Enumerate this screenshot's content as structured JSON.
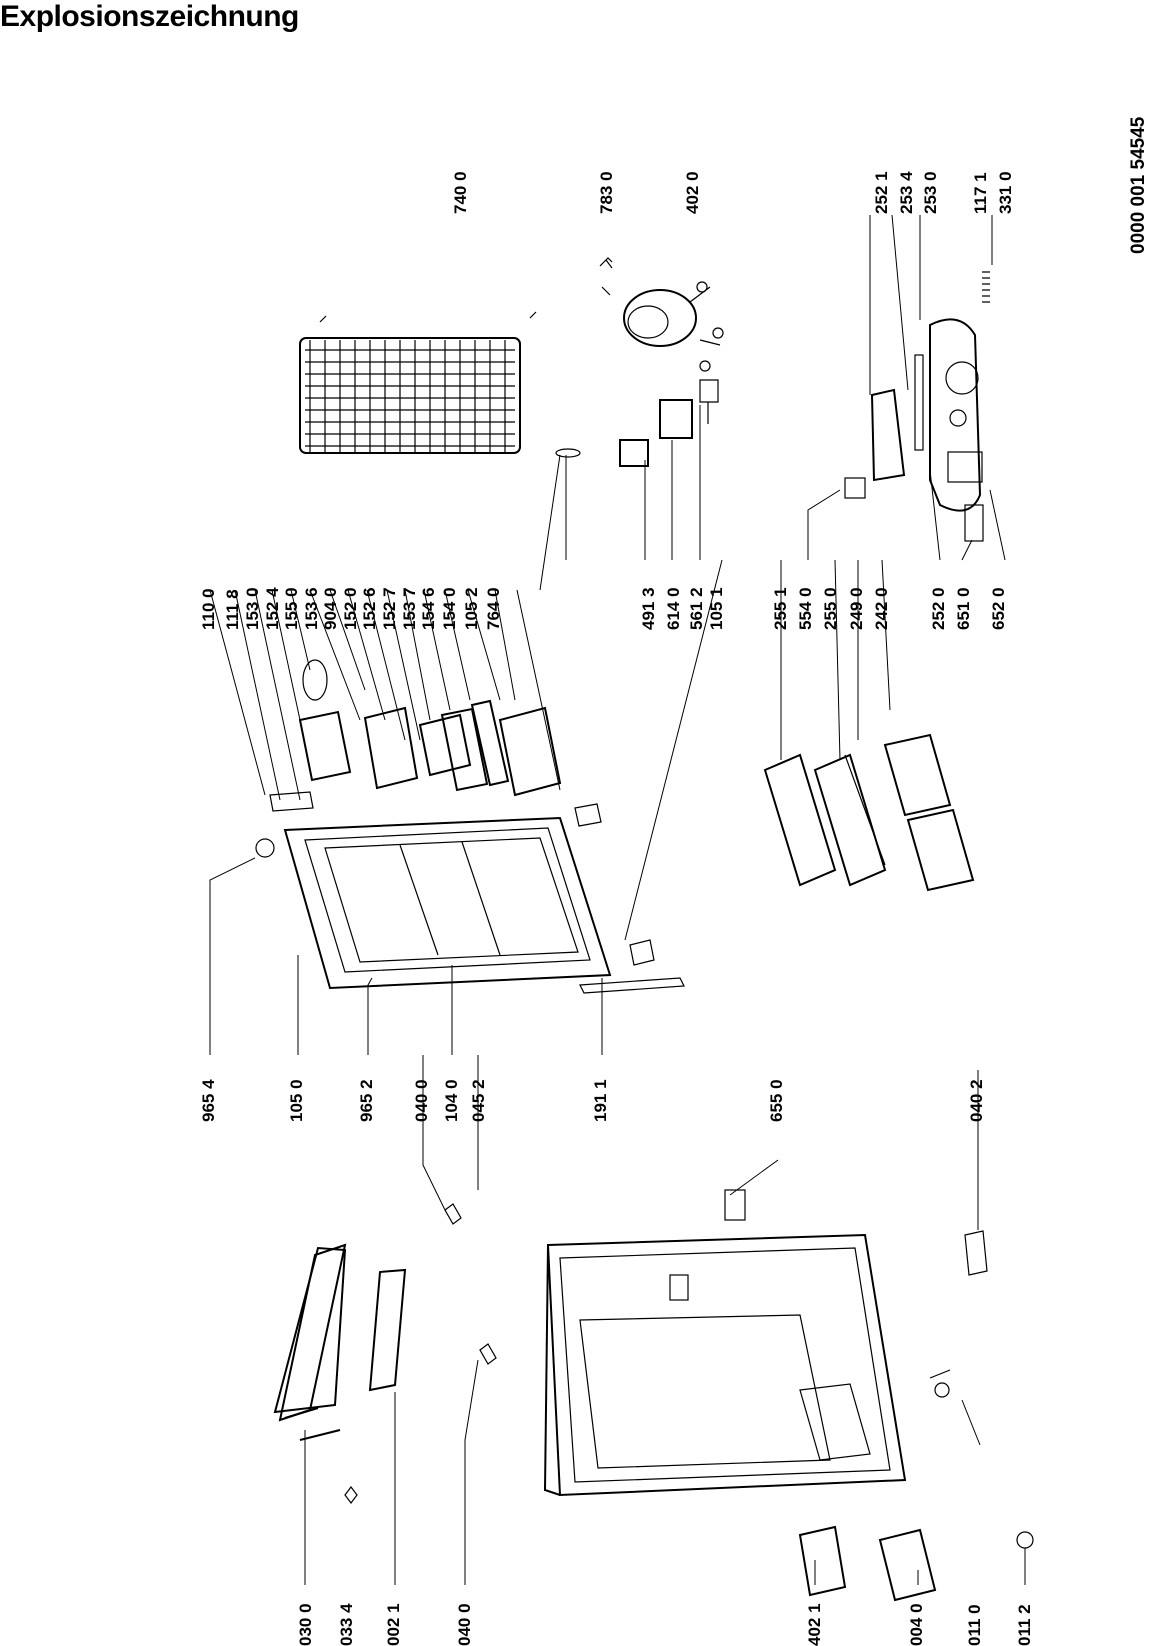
{
  "title": "Explosionszeichnung",
  "document_number": "0000 001 54545",
  "labels": [
    "740 0",
    "783 0",
    "402 0",
    "252 1",
    "253 4",
    "253 0",
    "117 1",
    "331 0",
    "110 0",
    "111 8",
    "153 0",
    "152 4",
    "155 0",
    "153 6",
    "904 0",
    "152 0",
    "152 6",
    "152 7",
    "153 7",
    "154 6",
    "154 0",
    "105 2",
    "764 0",
    "491 3",
    "614 0",
    "561 2",
    "105 1",
    "255 1",
    "554 0",
    "255 0",
    "249 0",
    "242 0",
    "252 0",
    "651 0",
    "652 0",
    "965 4",
    "105 0",
    "965 2",
    "040 0",
    "104 0",
    "045 2",
    "191 1",
    "655 0",
    "040 2",
    "030 0",
    "033 4",
    "002 1",
    "040 0",
    "402 1",
    "004 0",
    "011 0",
    "011 2"
  ]
}
